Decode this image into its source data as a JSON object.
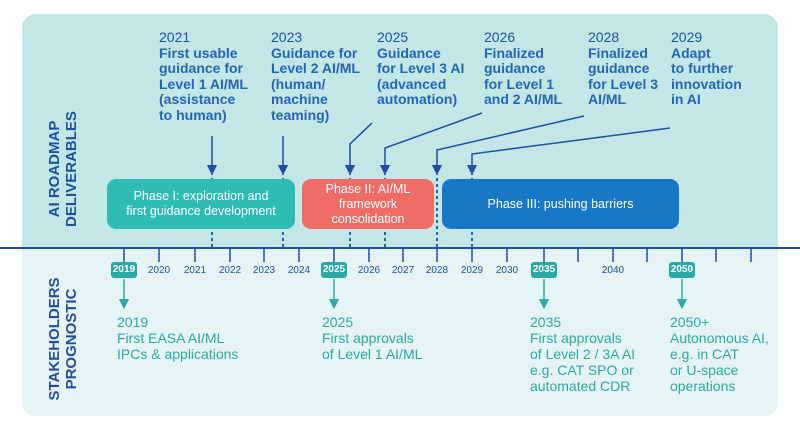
{
  "labels": {
    "deliverables": [
      "AI ROADMAP",
      "DELIVERABLES"
    ],
    "prognostic": [
      "STAKEHOLDERS",
      "PROGNOSTIC"
    ]
  },
  "deliverables": [
    {
      "year": "2021",
      "lines": [
        "First usable",
        "guidance for",
        "Level 1 AI/ML",
        "(assistance",
        "to human)"
      ]
    },
    {
      "year": "2023",
      "lines": [
        "Guidance for",
        "Level 2 AI/ML",
        "(human/",
        "machine",
        "teaming)"
      ]
    },
    {
      "year": "2025",
      "lines": [
        "Guidance",
        "for Level 3 AI",
        "(advanced",
        "automation)"
      ]
    },
    {
      "year": "2026",
      "lines": [
        "Finalized",
        "guidance",
        "for Level 1",
        "and 2 AI/ML"
      ]
    },
    {
      "year": "2028",
      "lines": [
        "Finalized",
        "guidance",
        "for Level 3",
        "AI/ML"
      ]
    },
    {
      "year": "2029",
      "lines": [
        "Adapt",
        "to further",
        "innovation",
        "in AI"
      ]
    }
  ],
  "phases": [
    {
      "lines": [
        "Phase I: exploration and",
        "first guidance development"
      ],
      "color": "#2ebbb3"
    },
    {
      "lines": [
        "Phase II: AI/ML",
        "framework",
        "consolidation"
      ],
      "color": "#ee6b66"
    },
    {
      "lines": [
        "Phase III: pushing barriers"
      ],
      "color": "#1877c6"
    }
  ],
  "timeline": {
    "years": [
      "2019",
      "2020",
      "2021",
      "2022",
      "2023",
      "2024",
      "2025",
      "2026",
      "2027",
      "2028",
      "2029",
      "2030",
      "2035",
      "2040",
      "2050"
    ],
    "highlighted": [
      "2019",
      "2025",
      "2035",
      "2050"
    ]
  },
  "prognostic": [
    {
      "lines": [
        "2019",
        "First EASA AI/ML",
        "IPCs & applications"
      ]
    },
    {
      "lines": [
        "2025",
        "First approvals",
        "of Level 1 AI/ML"
      ]
    },
    {
      "lines": [
        "2035",
        "First approvals",
        "of Level 2 / 3A AI",
        "e.g. CAT SPO or",
        "automated CDR"
      ]
    },
    {
      "lines": [
        "2050+",
        "Autonomous AI,",
        "e.g. in CAT",
        "or U-space",
        "operations"
      ]
    }
  ],
  "colors": {
    "navy": "#1f4f9e",
    "teal": "#2ba9a3",
    "top_panel": "#c3e7e6",
    "bottom_panel": "#e6f4f6"
  }
}
